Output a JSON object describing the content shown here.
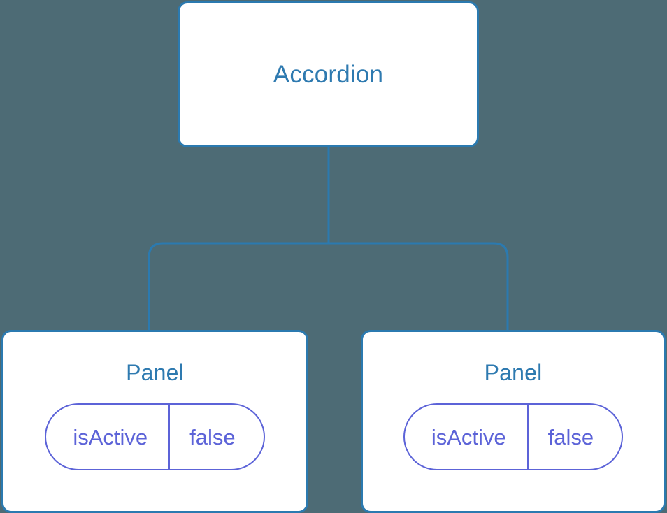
{
  "canvas": {
    "background_color": "#4d6b75",
    "title": "Accordion component tree"
  },
  "theme": {
    "node_border_color": "#2b7ab0",
    "node_background_color": "#ffffff",
    "node_text_color": "#2e7ab0",
    "prop_color": "#5c63d8",
    "connector_color": "#2b7ab0"
  },
  "tree": {
    "root": {
      "label": "Accordion",
      "props": []
    },
    "children": [
      {
        "label": "Panel",
        "props": [
          {
            "key": "isActive",
            "value": "false"
          }
        ]
      },
      {
        "label": "Panel",
        "props": [
          {
            "key": "isActive",
            "value": "false"
          }
        ]
      }
    ]
  },
  "connectors": {
    "trunk_label": "root-to-branch-connector",
    "branch_label": "branch-to-children-connector"
  }
}
